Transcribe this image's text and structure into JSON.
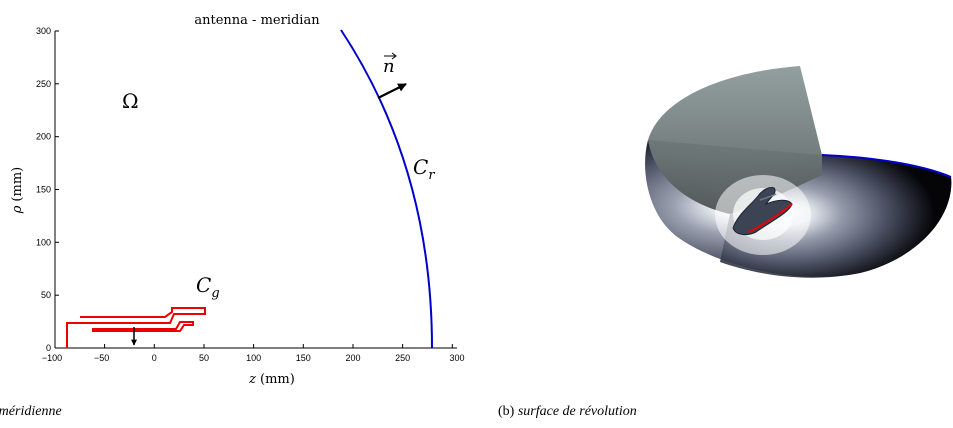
{
  "left_panel": {
    "title": "antenna - meridian",
    "x_axis_label": "z",
    "x_axis_unit": "(mm)",
    "y_axis_label": "ρ",
    "y_axis_unit": "(mm)",
    "x_ticks": [
      "−100",
      "−50",
      "0",
      "50",
      "100",
      "150",
      "200",
      "250",
      "300"
    ],
    "y_ticks": [
      "0",
      "50",
      "100",
      "150",
      "200",
      "250",
      "300"
    ],
    "domain_label": "Ω",
    "normal_label": "n",
    "radiation_boundary_label": "C",
    "radiation_boundary_subscript": "r",
    "antenna_boundary_label": "C",
    "antenna_boundary_subscript": "g",
    "colors": {
      "radiation_boundary": "#0000cc",
      "antenna_contour": "#ee0000",
      "axes": "#000000"
    }
  },
  "right_panel": {
    "description_colors": {
      "surface_light": "#9aa8a8",
      "surface_dark": "#000000",
      "edge": "#0000cc",
      "antenna": "#ee0000"
    }
  },
  "captions": {
    "a_prefix": ")",
    "a_text": "méridienne",
    "b_prefix": "(b)",
    "b_text": "surface de révolution"
  }
}
